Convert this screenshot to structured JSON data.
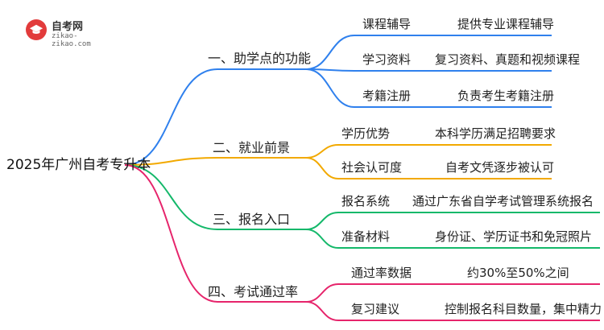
{
  "logo": {
    "title": "自考网",
    "url": "zikao-zikao.com"
  },
  "root": "2025年广州自考专升本",
  "colors": {
    "b1": "#2f80ed",
    "b2": "#f2a900",
    "b3": "#14b86a",
    "b4": "#e6246b"
  },
  "branches": [
    {
      "label": "一、助学点的功能",
      "items": [
        {
          "name": "课程辅导",
          "desc": "提供专业课程辅导"
        },
        {
          "name": "学习资料",
          "desc": "复习资料、真题和视频课程"
        },
        {
          "name": "考籍注册",
          "desc": "负责考生考籍注册"
        }
      ]
    },
    {
      "label": "二、就业前景",
      "items": [
        {
          "name": "学历优势",
          "desc": "本科学历满足招聘要求"
        },
        {
          "name": "社会认可度",
          "desc": "自考文凭逐步被认可"
        }
      ]
    },
    {
      "label": "三、报名入口",
      "items": [
        {
          "name": "报名系统",
          "desc": "通过广东省自学考试管理系统报名"
        },
        {
          "name": "准备材料",
          "desc": "身份证、学历证书和免冠照片"
        }
      ]
    },
    {
      "label": "四、考试通过率",
      "items": [
        {
          "name": "通过率数据",
          "desc": "约30%至50%之间"
        },
        {
          "name": "复习建议",
          "desc": "控制报名科目数量，集中精力"
        }
      ]
    }
  ]
}
